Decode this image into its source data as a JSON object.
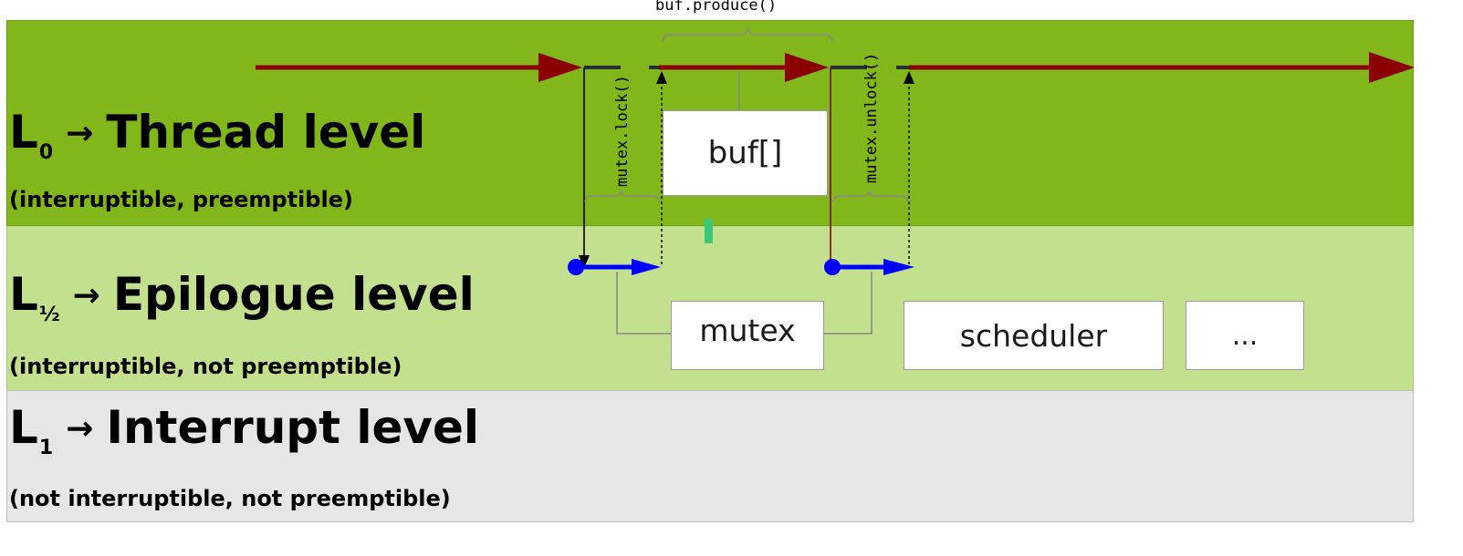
{
  "levels": [
    {
      "symbol": "L",
      "subscript": "0",
      "arrow": "→",
      "name": "Thread level",
      "desc": "(interruptible, preemptible)",
      "color": "#81b71a"
    },
    {
      "symbol": "L",
      "subscript": "½",
      "arrow": "→",
      "name": "Epilogue level",
      "desc": "(interruptible, not preemptible)",
      "color": "#c3e08f"
    },
    {
      "symbol": "L",
      "subscript": "1",
      "arrow": "→",
      "name": "Interrupt level",
      "desc": "(not interruptible, not preemptible)",
      "color": "#e6e6e6"
    }
  ],
  "boxes": {
    "buf": "buf[]",
    "mutex": "mutex",
    "scheduler": "scheduler",
    "more": "..."
  },
  "calls": {
    "lock": "mutex.lock()",
    "produce": "buf.produce()",
    "unlock": "mutex.unlock()"
  },
  "colors": {
    "thread_arrow": "#8b0000",
    "epilogue_arrow": "#0000ff",
    "marker": "#3cc878"
  }
}
